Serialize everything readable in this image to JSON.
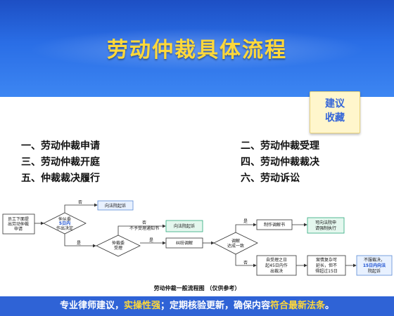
{
  "title": "劳动仲裁具体流程",
  "badge": {
    "line1": "建议",
    "line2": "收藏"
  },
  "steps": [
    "一、劳动仲裁申请",
    "二、劳动仲裁受理",
    "三、劳动仲裁开庭",
    "四、劳动仲裁裁决",
    "五、仲裁裁决履行",
    "六、劳动诉讼"
  ],
  "flow": {
    "start": [
      "员工下面提",
      "出劳动仲裁",
      "申请"
    ],
    "d1": [
      "仲从委",
      "5日内",
      "作出决定"
    ],
    "no1": "否",
    "court1": "向法院起诉",
    "yes1": "是",
    "d2": [
      "仲裁委",
      "受理"
    ],
    "no2": "否",
    "notice": "不予受理通知书",
    "court2": "向法院起诉",
    "yes2": "是",
    "mediate": "纠纷调解",
    "d3": [
      "调解",
      "达成一致"
    ],
    "yes3": "是",
    "med_doc": "制作调解书",
    "enforce": [
      "可向法院申",
      "请强制执行"
    ],
    "no3": "否",
    "award": [
      "自受理之日",
      "起45日内作",
      "出裁决"
    ],
    "complex": [
      "案情复杂可",
      "延长，但不",
      "得超过15日"
    ],
    "dissatisfied": [
      "不服裁决，",
      "15日内向法",
      "院起诉"
    ]
  },
  "caption": "劳动仲裁一般流程图 （仅供参考）",
  "footer": {
    "part1": "专业律师建议，",
    "part2": "实操性强",
    "part3": "；定期核验更新，确保内容",
    "part4": "符合最新法条",
    "part5": "。"
  },
  "colors": {
    "header": "#2a6ee6",
    "title": "#ffd83a",
    "footer": "#2f63d6",
    "node_green": "#e4f7ee",
    "node_blue": "#e8f1ff"
  }
}
